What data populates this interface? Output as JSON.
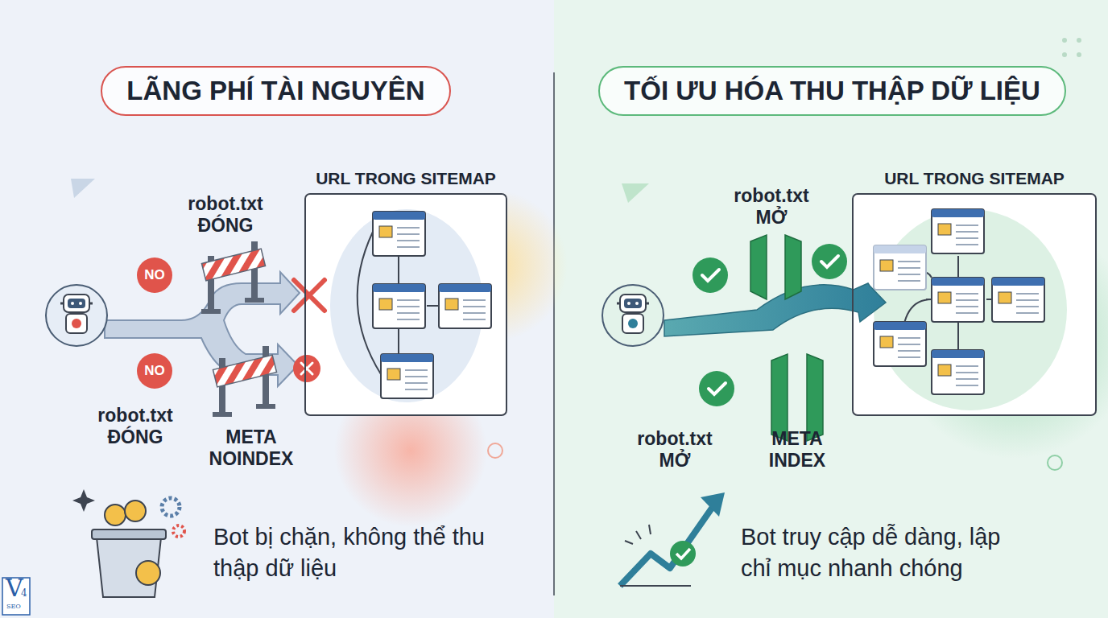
{
  "diagram": {
    "nodes": [
      {
        "text": [
          "LÃNG PHÍ TÀI NGUYÊN"
        ]
      },
      {
        "text": [
          "NO"
        ]
      },
      {
        "text": [
          "NO"
        ]
      },
      {
        "text": [
          "URL TRONG SITEMAP"
        ]
      },
      {
        "text": [
          "TỐI ƯU HÓA THU THẬP DỮ LIỆU"
        ]
      },
      {
        "text": [
          "URL TRONG SITEMAP"
        ]
      }
    ],
    "labels": [
      "robot.txt ĐÓNG",
      "robot.txt ĐÓNG",
      "META NOINDEX",
      "Bot bị chặn, không thể thu thập dữ liệu",
      "robot.txt MỞ",
      "robot.txt MỞ",
      "META INDEX",
      "Bot truy cập dễ dàng, lập chỉ mục nhanh chóng",
      "V",
      "4",
      "SEO"
    ]
  }
}
